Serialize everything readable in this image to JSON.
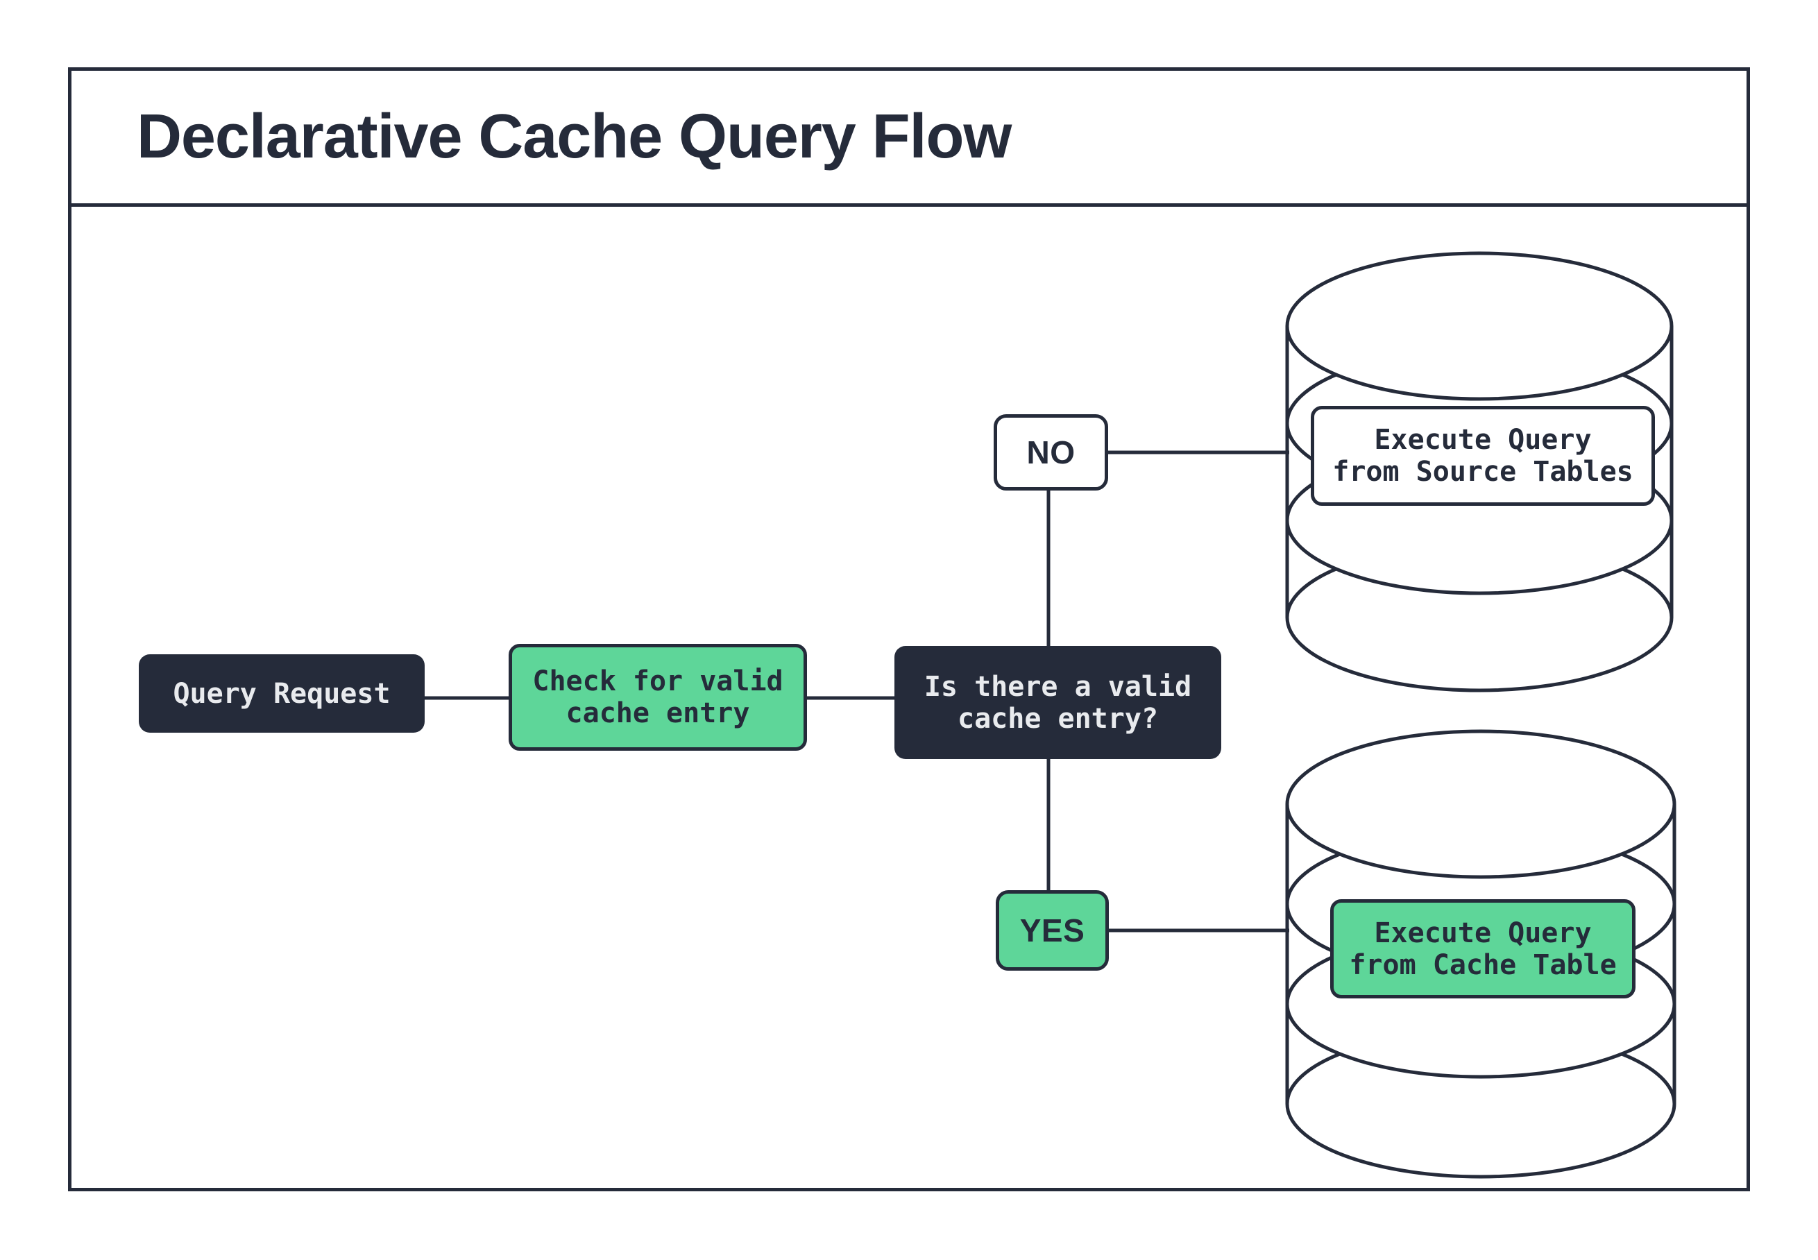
{
  "title": "Declarative Cache Query Flow",
  "colors": {
    "navy": "#252b3a",
    "green": "#5ed699",
    "paper": "#ffffff",
    "ink_light": "#e9ebee"
  },
  "icons": {
    "source_db": "database-cylinder",
    "cache_db": "database-cylinder"
  },
  "nodes": {
    "query_request": {
      "label": "Query Request"
    },
    "check_cache": {
      "line1": "Check for valid",
      "line2": "cache entry"
    },
    "decision": {
      "line1": "Is there a valid",
      "line2": "cache entry?"
    },
    "no_branch": {
      "label": "NO"
    },
    "yes_branch": {
      "label": "YES"
    },
    "source_db": {
      "line1": "Execute Query",
      "line2": "from Source Tables"
    },
    "cache_db": {
      "line1": "Execute Query",
      "line2": "from Cache Table"
    }
  }
}
